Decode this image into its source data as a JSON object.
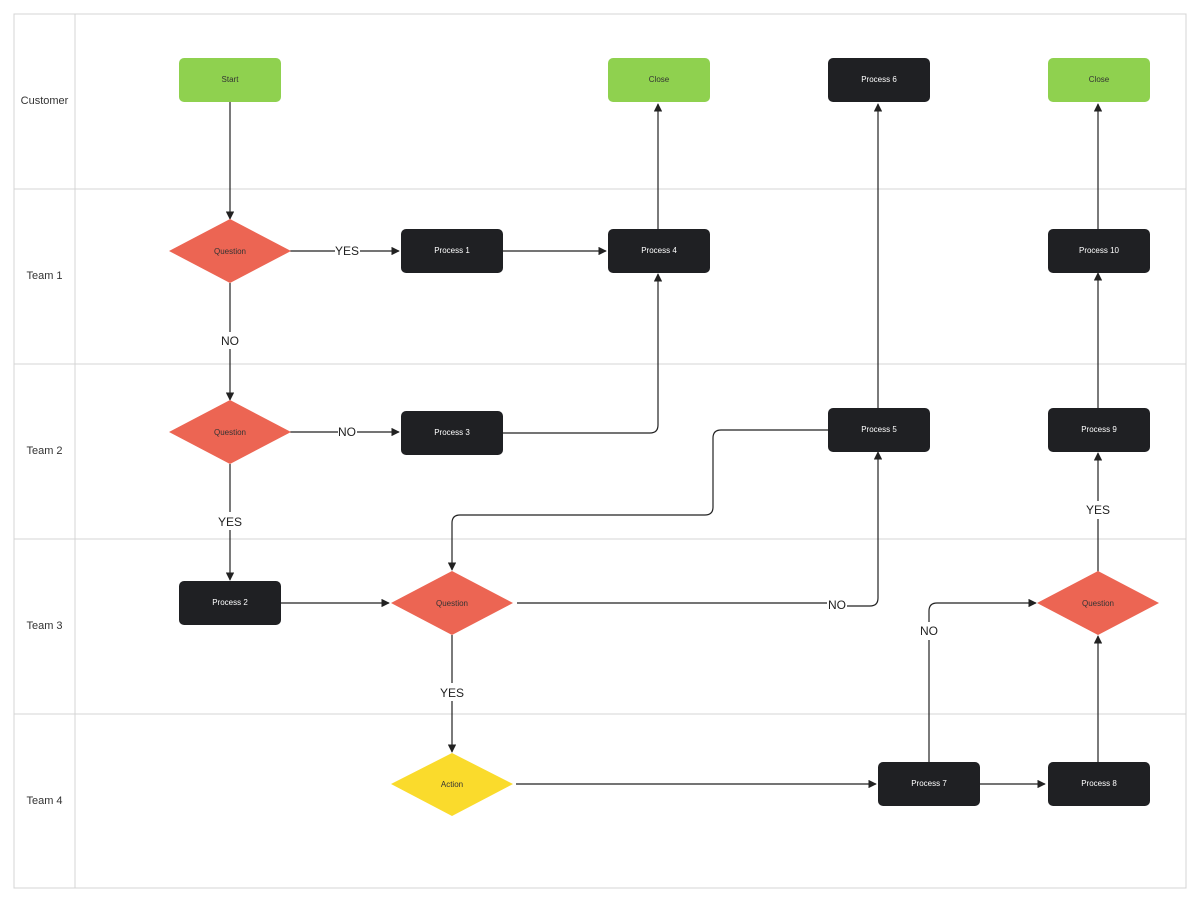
{
  "colors": {
    "terminal": "#8fd14f",
    "process": "#1f2023",
    "decision": "#ec6553",
    "action": "#fadb2c",
    "edge": "#222222",
    "grid": "#d4d4d4",
    "dark_text": "#333333",
    "light_text": "#ffffff"
  },
  "lanes": [
    "Customer",
    "Team 1",
    "Team 2",
    "Team 3",
    "Team 4"
  ],
  "nodes": {
    "start": "Start",
    "close1": "Close",
    "process6": "Process 6",
    "close2": "Close",
    "question1": "Question",
    "process1": "Process 1",
    "process4": "Process 4",
    "process10": "Process 10",
    "question2": "Question",
    "process3": "Process 3",
    "process5": "Process 5",
    "process9": "Process 9",
    "process2": "Process 2",
    "question3": "Question",
    "question4": "Question",
    "action": "Action",
    "process7": "Process 7",
    "process8": "Process 8"
  },
  "edge_labels": {
    "q1_yes": "YES",
    "q1_no": "NO",
    "q2_no": "NO",
    "q2_yes": "YES",
    "q3_no": "NO",
    "q3_yes": "YES",
    "p7_no": "NO",
    "q4_yes": "YES"
  }
}
